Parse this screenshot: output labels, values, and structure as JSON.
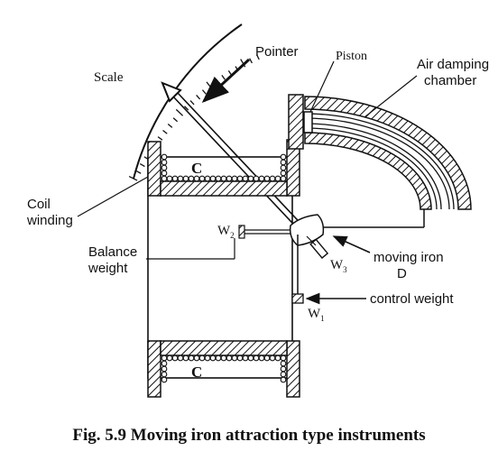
{
  "labels": {
    "scale": "Scale",
    "pointer": "Pointer",
    "piston": "Piston",
    "air_damping_1": "Air damping",
    "air_damping_2": "chamber",
    "coil_top": "C",
    "coil_bottom": "C",
    "coil_winding_1": "Coil",
    "coil_winding_2": "winding",
    "w2": "W",
    "w2_sub": "2",
    "balance_weight_1": "Balance",
    "balance_weight_2": "weight",
    "w3": "W",
    "w3_sub": "3",
    "moving_iron_1": "moving iron",
    "moving_iron_2": "D",
    "control_weight": "control weight",
    "w1": "W",
    "w1_sub": "1"
  },
  "caption": "Fig. 5.9 Moving iron attraction type instruments"
}
